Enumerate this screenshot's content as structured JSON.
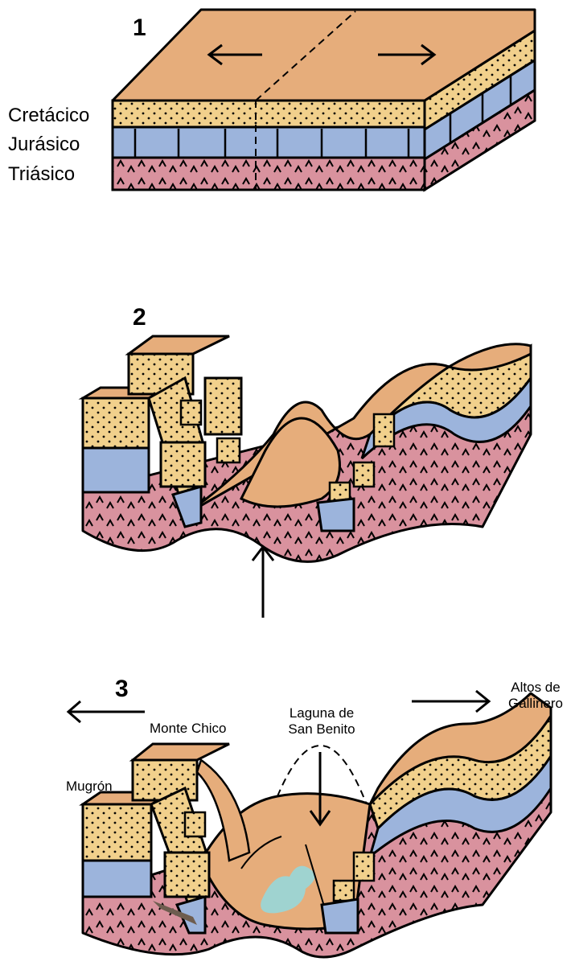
{
  "panels": [
    {
      "number": "1",
      "layers": [
        "Cretácico",
        "Jurásico",
        "Triásico"
      ]
    },
    {
      "number": "2"
    },
    {
      "number": "3",
      "places": {
        "monte_chico": "Monte Chico",
        "laguna_line1": "Laguna de",
        "laguna_line2": "San Benito",
        "altos_line1": "Altos de",
        "altos_line2": "Gallinero",
        "mugron": "Mugrón"
      }
    }
  ],
  "colors": {
    "cretaceous": "#f1d08c",
    "jurassic": "#9cb4dc",
    "triassic": "#d9929e",
    "surface": "#e6ad7b",
    "lake": "#9fd3d0",
    "shadow": "#6e5d4f",
    "outline": "#000000"
  }
}
